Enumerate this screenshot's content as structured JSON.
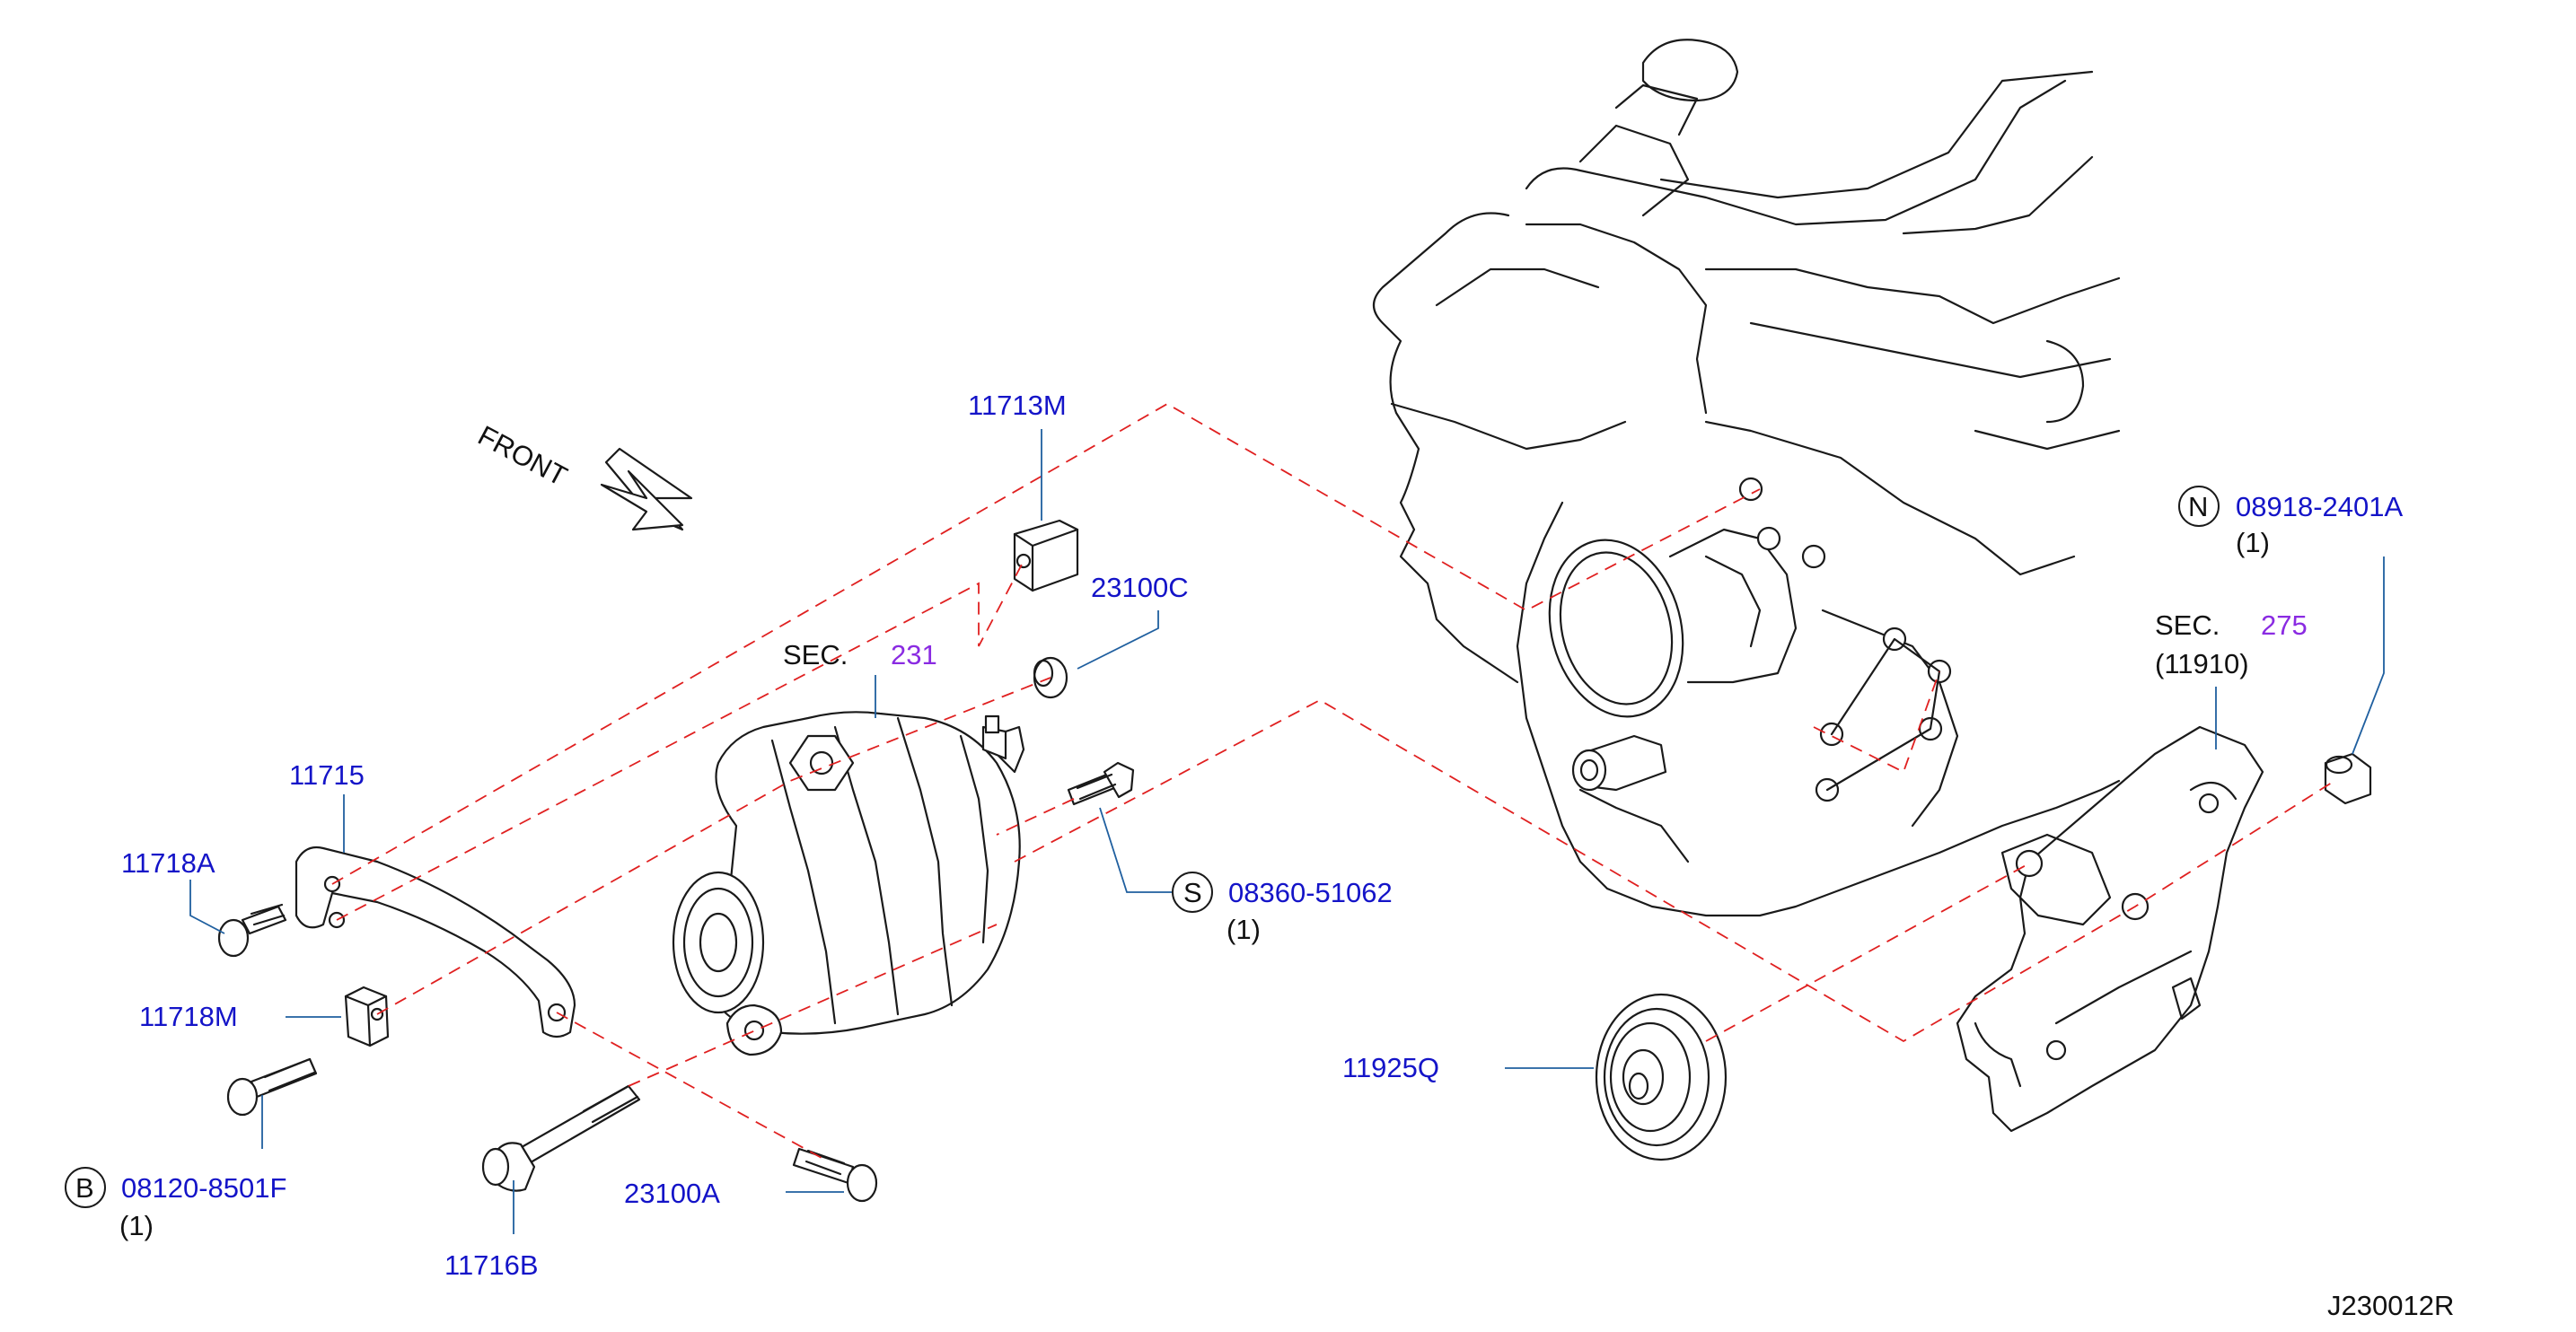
{
  "direction_label": "FRONT",
  "diagram_id": "J230012R",
  "parts": {
    "p11713M": "11713M",
    "p23100C": "23100C",
    "p11715": "11715",
    "p11718A": "11718A",
    "p11718M": "11718M",
    "p11716B": "11716B",
    "p23100A": "23100A",
    "p11925Q": "11925Q"
  },
  "fasteners": {
    "s_symbol": "S",
    "s_number": "08360-51062",
    "s_qty": "(1)",
    "b_symbol": "B",
    "b_number": "08120-8501F",
    "b_qty": "(1)",
    "n_symbol": "N",
    "n_number": "08918-2401A",
    "n_qty": "(1)"
  },
  "sections": {
    "alt_prefix": "SEC.",
    "alt_number": "231",
    "bracket_prefix": "SEC.",
    "bracket_number": "275",
    "bracket_sub": "(11910)"
  },
  "colors": {
    "part_number": "#1414c8",
    "section_number": "#8a2be2",
    "leader": "#1f5f9f",
    "guide_dash": "#e02020"
  }
}
